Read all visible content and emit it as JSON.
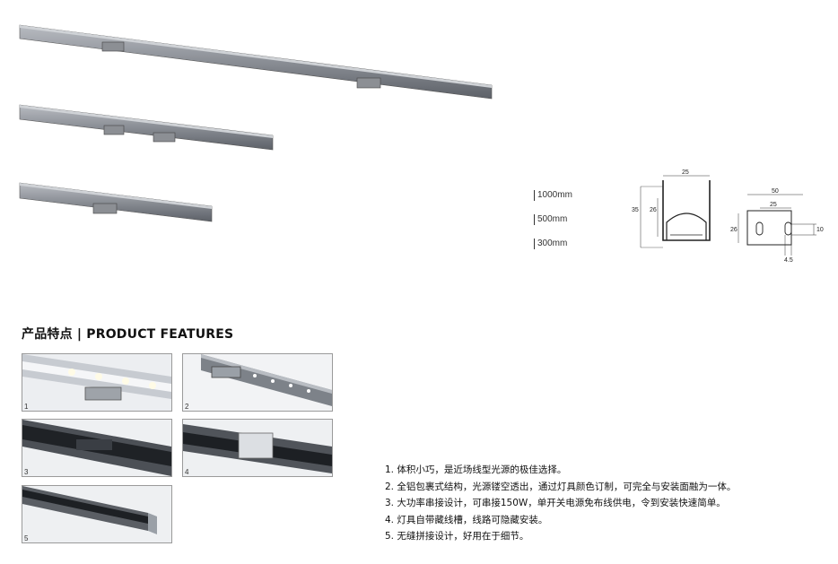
{
  "lengths": [
    "1000mm",
    "500mm",
    "300mm"
  ],
  "dimensions": {
    "profile": {
      "width": "25",
      "height_outer": "35",
      "height_inner": "26"
    },
    "bracket": {
      "width": "50",
      "inner": "25",
      "height": "26",
      "slot": "10",
      "hole": "4.5"
    }
  },
  "heading": "产品特点 | PRODUCT FEATURES",
  "thumbnails": [
    "1",
    "2",
    "3",
    "4",
    "5"
  ],
  "features": [
    "1. 体积小巧，是近场线型光源的极佳选择。",
    "2. 全铝包裹式结构，光源镂空透出，通过灯具颜色订制，可完全与安装面融为一体。",
    "3. 大功率串接设计，可串接150W，单开关电源免布线供电，令到安装快速简单。",
    "4. 灯具自带藏线槽，线路可隐藏安装。",
    "5. 无缝拼接设计，好用在于细节。"
  ]
}
